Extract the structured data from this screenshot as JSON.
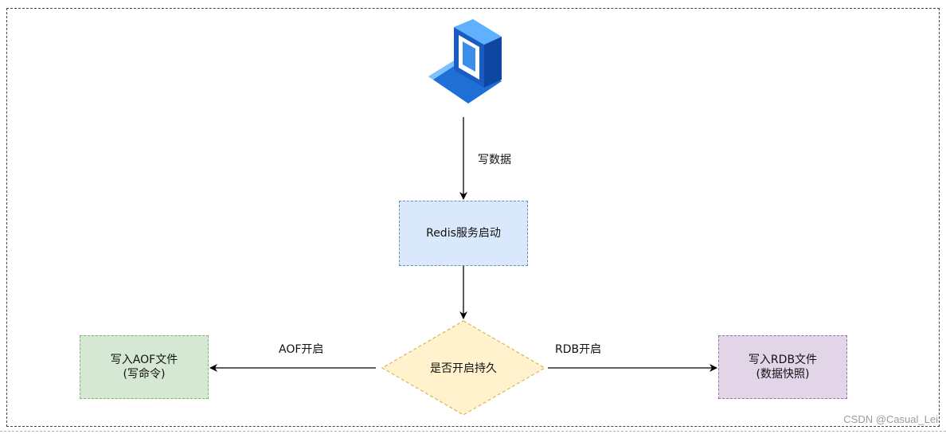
{
  "edges": {
    "write_data": "写数据",
    "aof_on": "AOF开启",
    "rdb_on": "RDB开启"
  },
  "nodes": {
    "client_icon": "computer-icon",
    "redis_start": "Redis服务启动",
    "persist_decision": "是否开启持久",
    "aof_write": {
      "line1": "写入AOF文件",
      "line2": "(写命令)"
    },
    "rdb_write": {
      "line1": "写入RDB文件",
      "line2": "(数据快照)"
    }
  },
  "colors": {
    "redis_fill": "#dae8fc",
    "redis_stroke": "#6c8ebf",
    "decision_fill": "#fff2cc",
    "decision_stroke": "#d6b656",
    "aof_fill": "#d5e8d4",
    "aof_stroke": "#82b366",
    "rdb_fill": "#e1d5e7",
    "rdb_stroke": "#9673a6"
  },
  "watermark": "CSDN @Casual_Lei"
}
